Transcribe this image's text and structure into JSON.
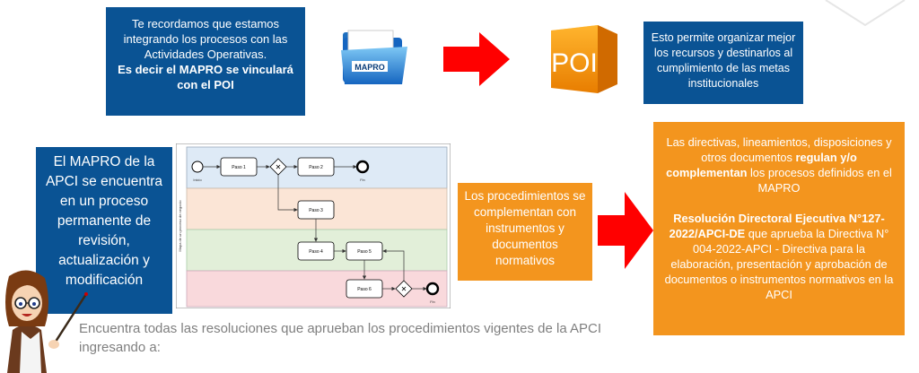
{
  "box1": {
    "line1": "Te recordamos que estamos integrando los procesos con las Actividades Operativas.",
    "line2": "Es decir el MAPRO se vinculará con el POI"
  },
  "mapro_icon": {
    "label": "MAPRO"
  },
  "poi_icon": {
    "label": "POI"
  },
  "box2": {
    "text": "Esto permite organizar mejor los recursos y destinarlos al cumplimiento de las metas institucionales"
  },
  "box3": {
    "text": "El MAPRO de la APCI se encuentra en un proceso permanente de revisión, actualización y modificación"
  },
  "diagram": {
    "lane_label": "Mapa de un proceso de negocio",
    "start_label": "Inicio",
    "end1_label": "Fin",
    "end2_label": "Fin",
    "tasks": [
      "Paso 1",
      "Paso 2",
      "Paso 3",
      "Paso 4",
      "Paso 5",
      "Paso 6"
    ]
  },
  "box4": {
    "text": "Los procedimientos se complementan con instrumentos y documentos normativos"
  },
  "box5": {
    "p1_pre": "Las directivas, lineamientos, disposiciones y otros documentos ",
    "p1_bold": "regulan y/o complementan",
    "p1_post": " los procesos definidos en el MAPRO",
    "p2_bold": "Resolución Directoral Ejecutiva N°127-2022/APCI-DE",
    "p2_post": " que aprueba la Directiva N° 004-2022-APCI - Directiva para la elaboración, presentación y aprobación de documentos o instrumentos normativos en la APCI"
  },
  "bottom": {
    "text": "Encuentra todas las resoluciones que aprueban los procedimientos vigentes de la APCI ingresando a:"
  },
  "colors": {
    "blue": "#0a5394",
    "orange": "#f3951e",
    "arrow": "#ff0000"
  }
}
